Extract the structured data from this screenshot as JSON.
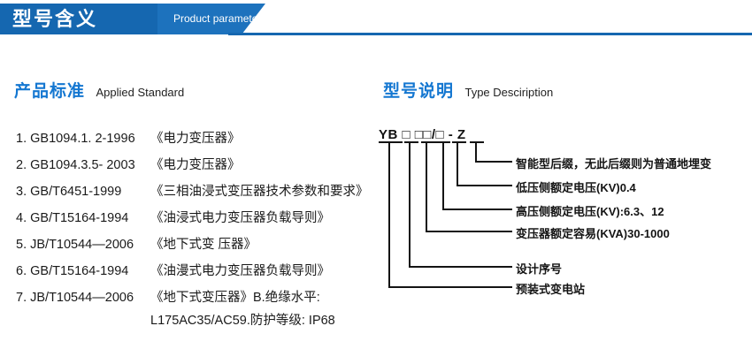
{
  "banner": {
    "title_cn": "型号含义",
    "title_en": "Product parameters"
  },
  "sections": {
    "left": {
      "title_cn": "产品标准",
      "title_en": "Applied Standard"
    },
    "right": {
      "title_cn": "型号说明",
      "title_en": "Type Desciription"
    }
  },
  "standards": [
    {
      "code": "1. GB1094.1. 2-1996",
      "name": "《电力变压器》"
    },
    {
      "code": "2. GB1094.3.5- 2003",
      "name": "《电力变压器》"
    },
    {
      "code": "3. GB/T6451-1999",
      "name": "《三相油浸式变压器技术参数和要求》"
    },
    {
      "code": "4. GB/T15164-1994",
      "name": "《油浸式电力变压器负载导则》"
    },
    {
      "code": "5. JB/T10544—2006",
      "name": "《地下式变 压器》"
    },
    {
      "code": "6. GB/T15164-1994",
      "name": "《油漫式电力变压器负载导则》"
    },
    {
      "code": "7. JB/T10544—2006",
      "name": "《地下式变压器》B.绝缘水平:"
    }
  ],
  "standards_continuation": "L175AC35/AC59.防护等级: IP68",
  "model": {
    "code": "YB □ □□/□ - Z",
    "labels": [
      {
        "text": "智能型后缀，无此后缀则为普通地埋变"
      },
      {
        "text": "低压侧额定电压(KV)0.4"
      },
      {
        "text": "高压侧额定电压(KV):6.3、12"
      },
      {
        "text": "变压器额定容易(KVA)30-1000"
      },
      {
        "text": "设计序号"
      },
      {
        "text": "预装式变电站"
      }
    ]
  },
  "colors": {
    "banner_dark": "#1567b0",
    "banner_light": "#1d72bd",
    "heading_blue": "#1477d1",
    "text_dark": "#1a1a1a"
  }
}
